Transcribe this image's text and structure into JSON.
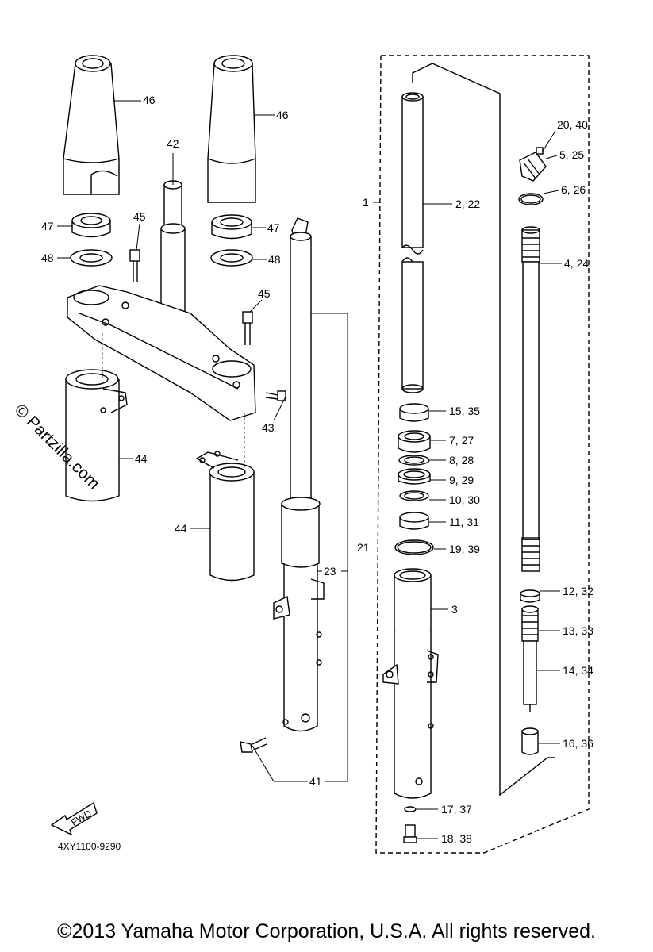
{
  "watermark": "© Partzilla.com",
  "copyright": "©2013 Yamaha Motor Corporation, U.S.A. All rights reserved.",
  "diagram_code": "4XY1100-9290",
  "fwd_label": "FWD",
  "callouts": {
    "c46a": "46",
    "c46b": "46",
    "c42": "42",
    "c47a": "47",
    "c47b": "47",
    "c48a": "48",
    "c48b": "48",
    "c45a": "45",
    "c45b": "45",
    "c43": "43",
    "c44a": "44",
    "c44b": "44",
    "c21": "21",
    "c23": "23",
    "c41": "41",
    "c1": "1",
    "c2": "2, 22",
    "c3": "3",
    "c15": "15, 35",
    "c7": "7, 27",
    "c8": "8, 28",
    "c9": "9, 29",
    "c10": "10, 30",
    "c11": "11, 31",
    "c19": "19, 39",
    "c17": "17, 37",
    "c18": "18, 38",
    "c20": "20, 40",
    "c5": "5, 25",
    "c6": "6, 26",
    "c4": "4, 24",
    "c12": "12, 32",
    "c13": "13, 33",
    "c14": "14, 34",
    "c16": "16, 36"
  }
}
